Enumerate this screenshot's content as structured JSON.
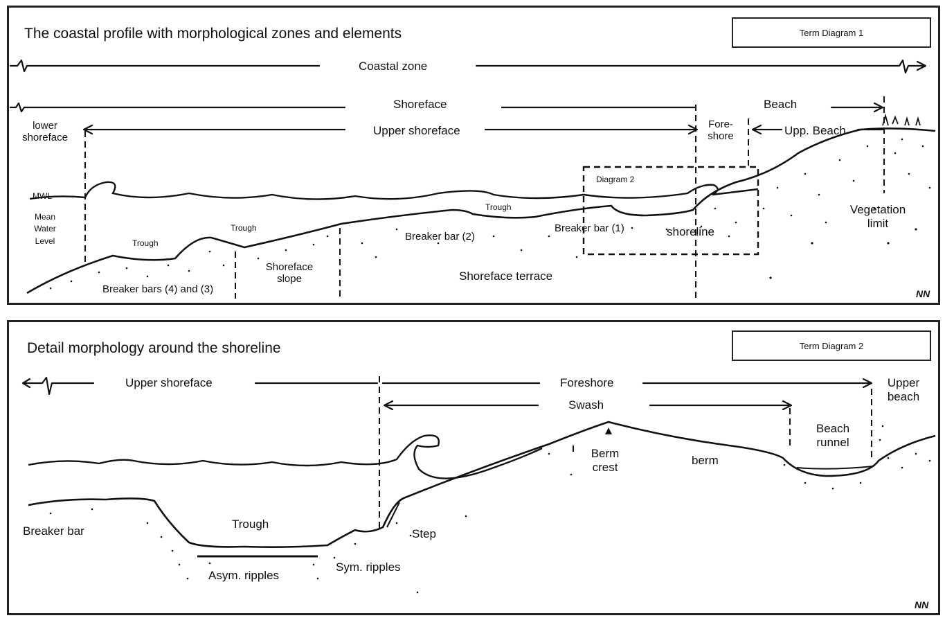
{
  "diagram1": {
    "title": "The coastal profile with morphological zones and elements",
    "term_box": "Term Diagram 1",
    "labels": {
      "coastal_zone": "Coastal zone",
      "shoreface": "Shoreface",
      "beach": "Beach",
      "lower_shoreface_1": "lower",
      "lower_shoreface_2": "shoreface",
      "upper_shoreface": "Upper shoreface",
      "foreshore_1": "Fore-",
      "foreshore_2": "shore",
      "upp_beach": "Upp. Beach",
      "mwl": "MWL",
      "mwl_desc_1": "Mean",
      "mwl_desc_2": "Water",
      "mwl_desc_3": "Level",
      "diagram2_ref": "Diagram 2",
      "trough_a": "Trough",
      "trough_b": "Trough",
      "trough_c": "Trough",
      "breaker_bar_2": "Breaker bar (2)",
      "breaker_bar_1": "Breaker bar (1)",
      "shoreline": "shoreline",
      "vegetation_limit_1": "Vegetation",
      "vegetation_limit_2": "limit",
      "shoreface_slope_1": "Shoreface",
      "shoreface_slope_2": "slope",
      "breaker_bars_43": "Breaker bars (4) and (3)",
      "shoreface_terrace": "Shoreface terrace",
      "nn": "NN"
    }
  },
  "diagram2": {
    "title": "Detail morphology around the shoreline",
    "term_box": "Term Diagram 2",
    "labels": {
      "upper_shoreface": "Upper shoreface",
      "foreshore": "Foreshore",
      "upper_beach_1": "Upper",
      "upper_beach_2": "beach",
      "swash": "Swash",
      "berm_crest_1": "Berm",
      "berm_crest_2": "crest",
      "berm": "berm",
      "beach_runnel_1": "Beach",
      "beach_runnel_2": "runnel",
      "breaker_bar": "Breaker bar",
      "trough": "Trough",
      "step": "Step",
      "asym_ripples": "Asym. ripples",
      "sym_ripples": "Sym. ripples",
      "nn": "NN"
    }
  },
  "colors": {
    "ink": "#111111",
    "paper": "#ffffff"
  }
}
